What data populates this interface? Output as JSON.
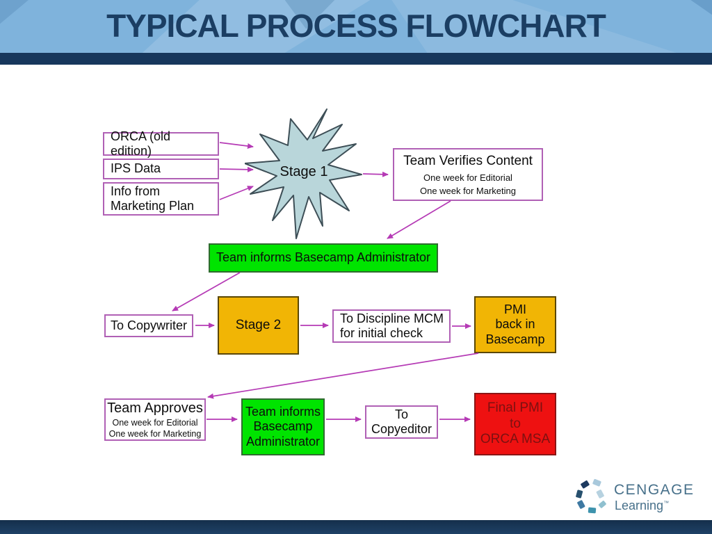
{
  "header": {
    "title": "TYPICAL PROCESS FLOWCHART"
  },
  "flowchart": {
    "inputs": {
      "orca": "ORCA (old edition)",
      "ips": "IPS Data",
      "marketing": "Info from\nMarketing Plan"
    },
    "stage1": "Stage 1",
    "team_verifies": {
      "title": "Team Verifies Content",
      "sub1": "One week for Editorial",
      "sub2": "One week for Marketing"
    },
    "informs_admin_1": "Team informs Basecamp Administrator",
    "to_copywriter": "To Copywriter",
    "stage2": "Stage 2",
    "discipline_mcm": "To Discipline MCM\nfor initial check",
    "pmi_back": "PMI\nback in\nBasecamp",
    "team_approves": {
      "title": "Team Approves",
      "sub1": "One week for Editorial",
      "sub2": "One week for Marketing"
    },
    "informs_admin_2": "Team informs\nBasecamp\nAdministrator",
    "to_copyeditor": "To\nCopyeditor",
    "final_pmi": "Final PMI\nto\nORCA MSA"
  },
  "logo": {
    "brand": "CENGAGE",
    "name": "Learning",
    "tm": "™"
  },
  "colors": {
    "banner_blue": "#7fb3dc",
    "navy": "#17375c",
    "title_text": "#1b3e63",
    "arrow_magenta": "#b53ab5",
    "box_border_purple": "#b060b5",
    "green_fill": "#00e400",
    "orange_fill": "#f1b505",
    "red_fill": "#ee1111",
    "red_text": "#7c1111",
    "star_fill": "#b9d6da",
    "star_border": "#3d4e56",
    "logo_text": "#47708a"
  }
}
